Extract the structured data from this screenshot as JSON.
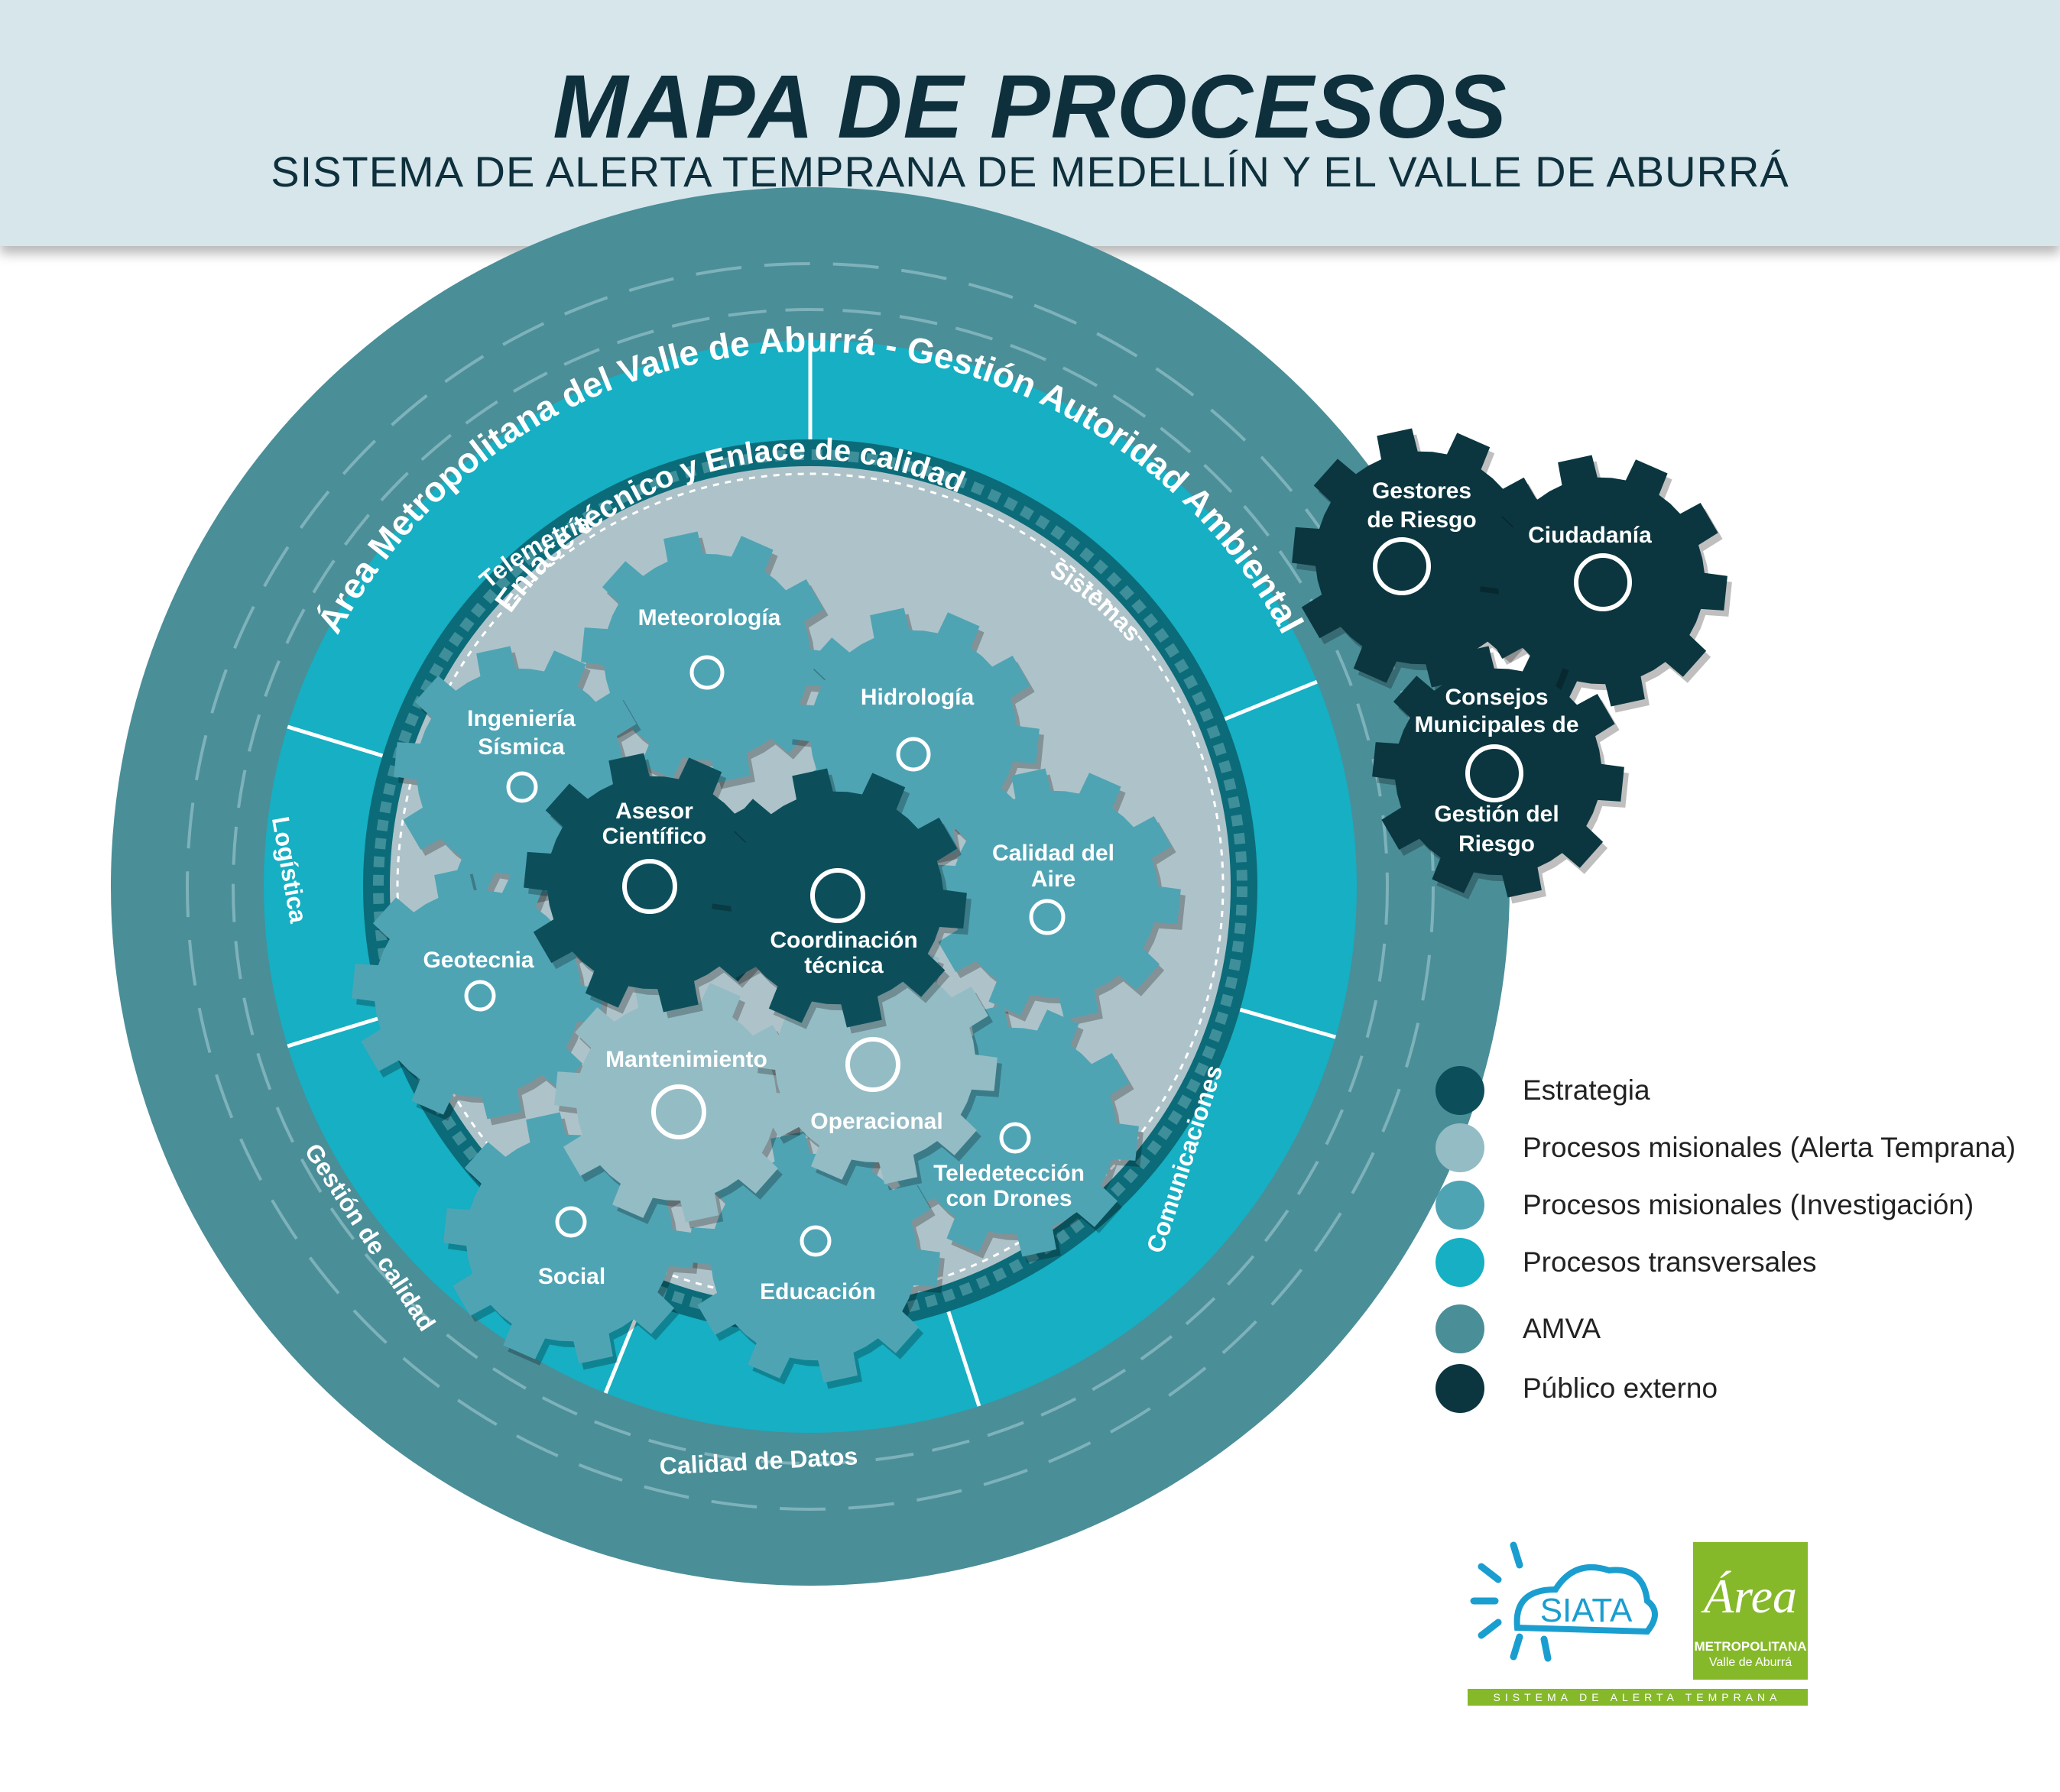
{
  "header": {
    "title": "MAPA DE PROCESOS",
    "subtitle": "SISTEMA DE ALERTA TEMPRANA DE MEDELLÍN Y EL VALLE DE ABURRÁ"
  },
  "colors": {
    "estrategia": "#0c4f5b",
    "misional_alerta": "#94bcc5",
    "misional_investigacion": "#4fa4b4",
    "transversal": "#16afc3",
    "amva": "#4a8e98",
    "publico_externo": "#0b363f"
  },
  "rings": {
    "outer_label": "Área Metropolitana del Valle de Aburrá - Gestión Autoridad Ambiental",
    "link_label": "Enlace técnico y Enlace de calidad",
    "transversal": [
      "Telemetría",
      "Sistemas",
      "Logística",
      "Comunicaciones",
      "Gestión de calidad",
      "Calidad de Datos"
    ]
  },
  "gears": {
    "meteorologia": "Meteorología",
    "hidrologia": "Hidrología",
    "ingenieria_1": "Ingeniería",
    "ingenieria_2": "Sísmica",
    "asesor_1": "Asesor",
    "asesor_2": "Científico",
    "calidad_1": "Calidad del",
    "calidad_2": "Aire",
    "coordinacion_1": "Coordinación",
    "coordinacion_2": "técnica",
    "geotecnia": "Geotecnia",
    "mantenimiento": "Mantenimiento",
    "operacional": "Operacional",
    "teledeteccion_1": "Teledetección",
    "teledeteccion_2": "con Drones",
    "social": "Social",
    "educacion": "Educación"
  },
  "external": {
    "gestores_1": "Gestores",
    "gestores_2": "de Riesgo",
    "ciudadania": "Ciudadanía",
    "consejos_1": "Consejos",
    "consejos_2": "Municipales de",
    "consejos_3": "Gestión del",
    "consejos_4": "Riesgo"
  },
  "legend": [
    {
      "label": "Estrategia",
      "color": "#0c4f5b"
    },
    {
      "label": "Procesos misionales (Alerta Temprana)",
      "color": "#94bcc5"
    },
    {
      "label": "Procesos misionales (Investigación)",
      "color": "#4fa4b4"
    },
    {
      "label": "Procesos transversales",
      "color": "#16afc3"
    },
    {
      "label": "AMVA",
      "color": "#4a8e98"
    },
    {
      "label": "Público externo",
      "color": "#0b363f"
    }
  ],
  "logos": {
    "siata": "SIATA",
    "area_title": "Área",
    "area_line1": "METROPOLITANA",
    "area_line2": "Valle de Aburrá",
    "tagline": "SISTEMA DE ALERTA TEMPRANA"
  }
}
